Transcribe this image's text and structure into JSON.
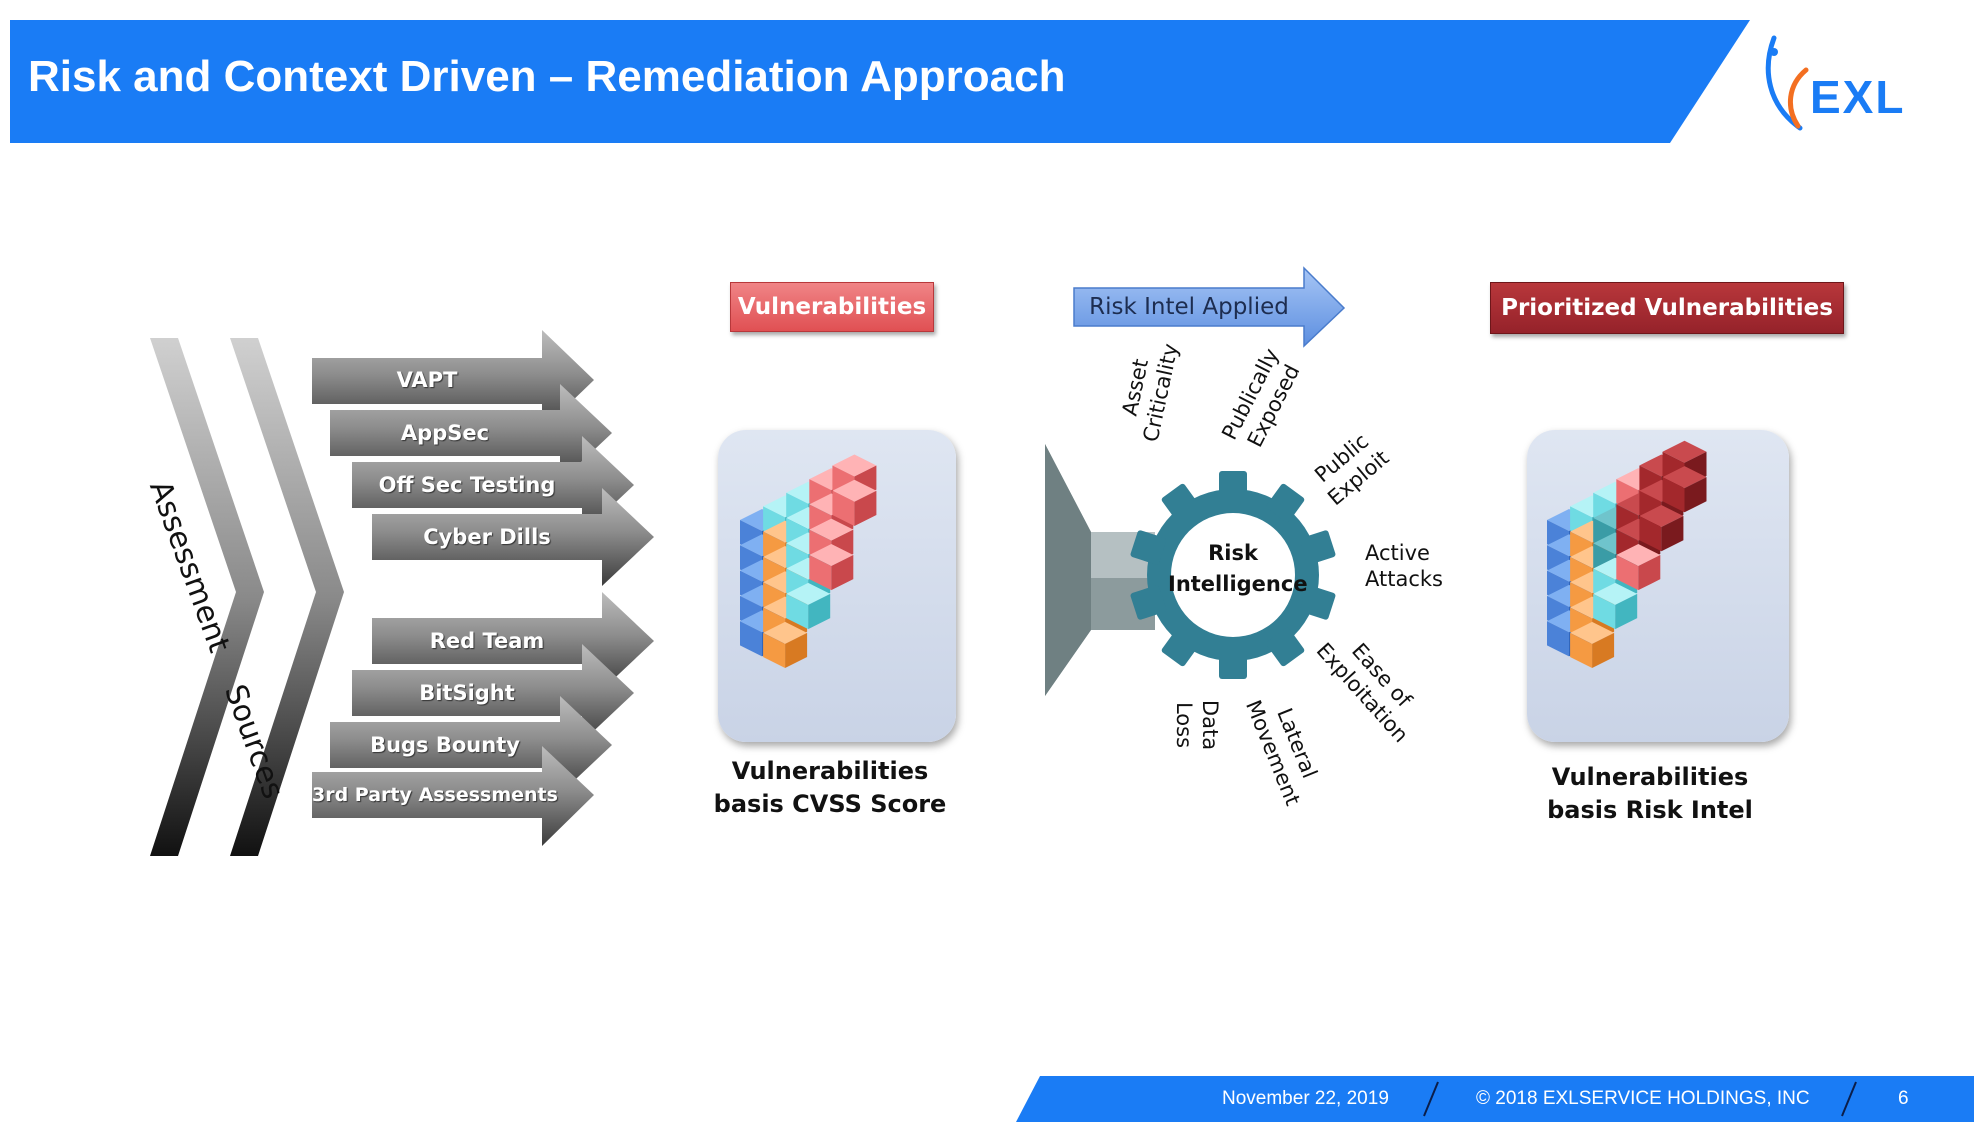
{
  "header": {
    "title": "Risk and Context Driven – Remediation Approach",
    "logo_text": "EXL",
    "colors": {
      "banner": "#1a7cf5",
      "logo_blue": "#1a7cf5",
      "logo_orange": "#f36f21"
    }
  },
  "sources_chevron": {
    "top_label": "Assessment",
    "bottom_label": "Sources"
  },
  "source_arrows": [
    {
      "label": "VAPT"
    },
    {
      "label": "AppSec"
    },
    {
      "label": "Off Sec Testing"
    },
    {
      "label": "Cyber Dills"
    },
    {
      "label": "Red Team"
    },
    {
      "label": "BitSight"
    },
    {
      "label": "Bugs Bounty"
    },
    {
      "label": "3rd Party Assessments"
    }
  ],
  "vulnerabilities_panel": {
    "badge": "Vulnerabilities",
    "caption_line1": "Vulnerabilities",
    "caption_line2": "basis CVSS Score",
    "badge_color": "#e8595c"
  },
  "risk_panel": {
    "arrow_label": "Risk Intel Applied",
    "gear_line1": "Risk",
    "gear_line2": "Intelligence",
    "gear_color": "#327f94",
    "factors": [
      {
        "line1": "Asset",
        "line2": "Criticality"
      },
      {
        "line1": "Publically",
        "line2": "Exposed"
      },
      {
        "line1": "Public",
        "line2": "Exploit"
      },
      {
        "line1": "Active",
        "line2": "Attacks"
      },
      {
        "line1": "Ease of",
        "line2": "Exploitation"
      },
      {
        "line1": "Lateral",
        "line2": "Movement"
      },
      {
        "line1": "Data",
        "line2": "Loss"
      }
    ]
  },
  "prioritized_panel": {
    "badge": "Prioritized Vulnerabilities",
    "caption_line1": "Vulnerabilities",
    "caption_line2": "basis Risk Intel",
    "badge_color": "#a3282c"
  },
  "footer": {
    "date": "November 22, 2019",
    "copyright": "© 2018 EXLSERVICE HOLDINGS, INC",
    "page": "6"
  }
}
